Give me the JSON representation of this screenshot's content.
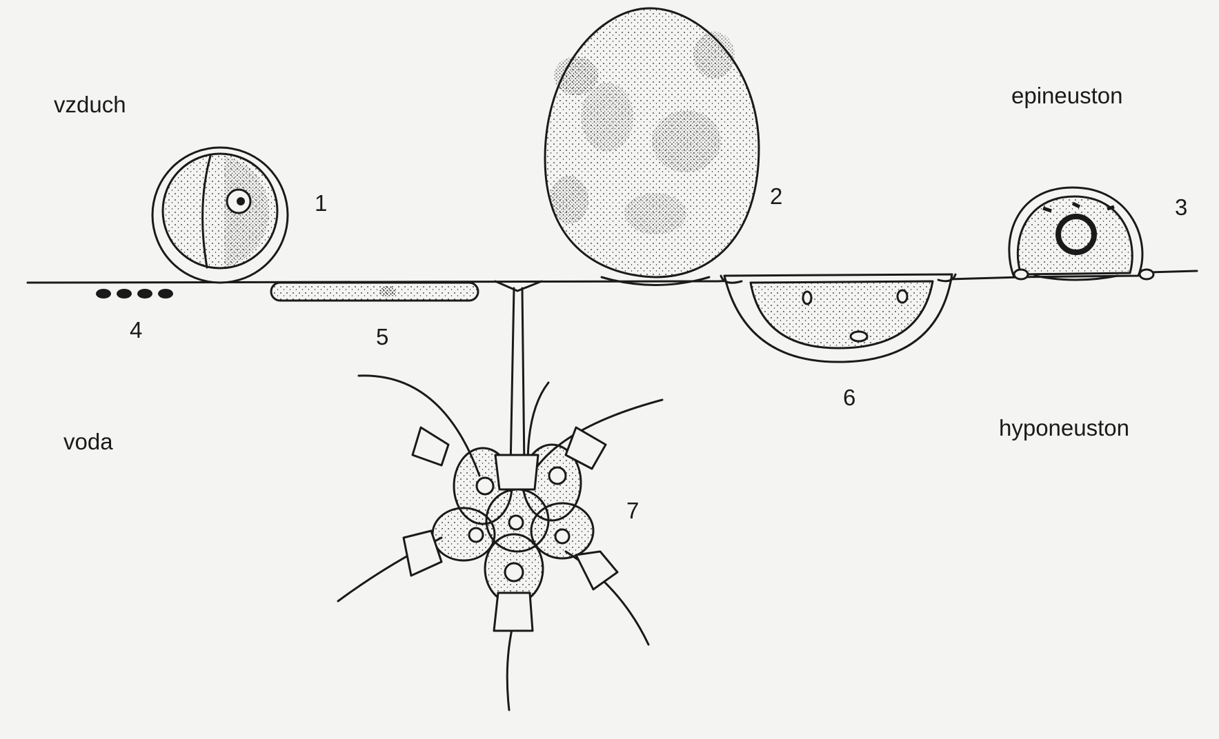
{
  "labels": {
    "air": "vzduch",
    "water": "voda",
    "epineuston": "epineuston",
    "hyponeuston": "hyponeuston"
  },
  "numbers": [
    "1",
    "2",
    "3",
    "4",
    "5",
    "6",
    "7"
  ],
  "colors": {
    "ink": "#1a1a1a",
    "paper": "#f4f4f2",
    "cell": "#e8e8e4"
  }
}
